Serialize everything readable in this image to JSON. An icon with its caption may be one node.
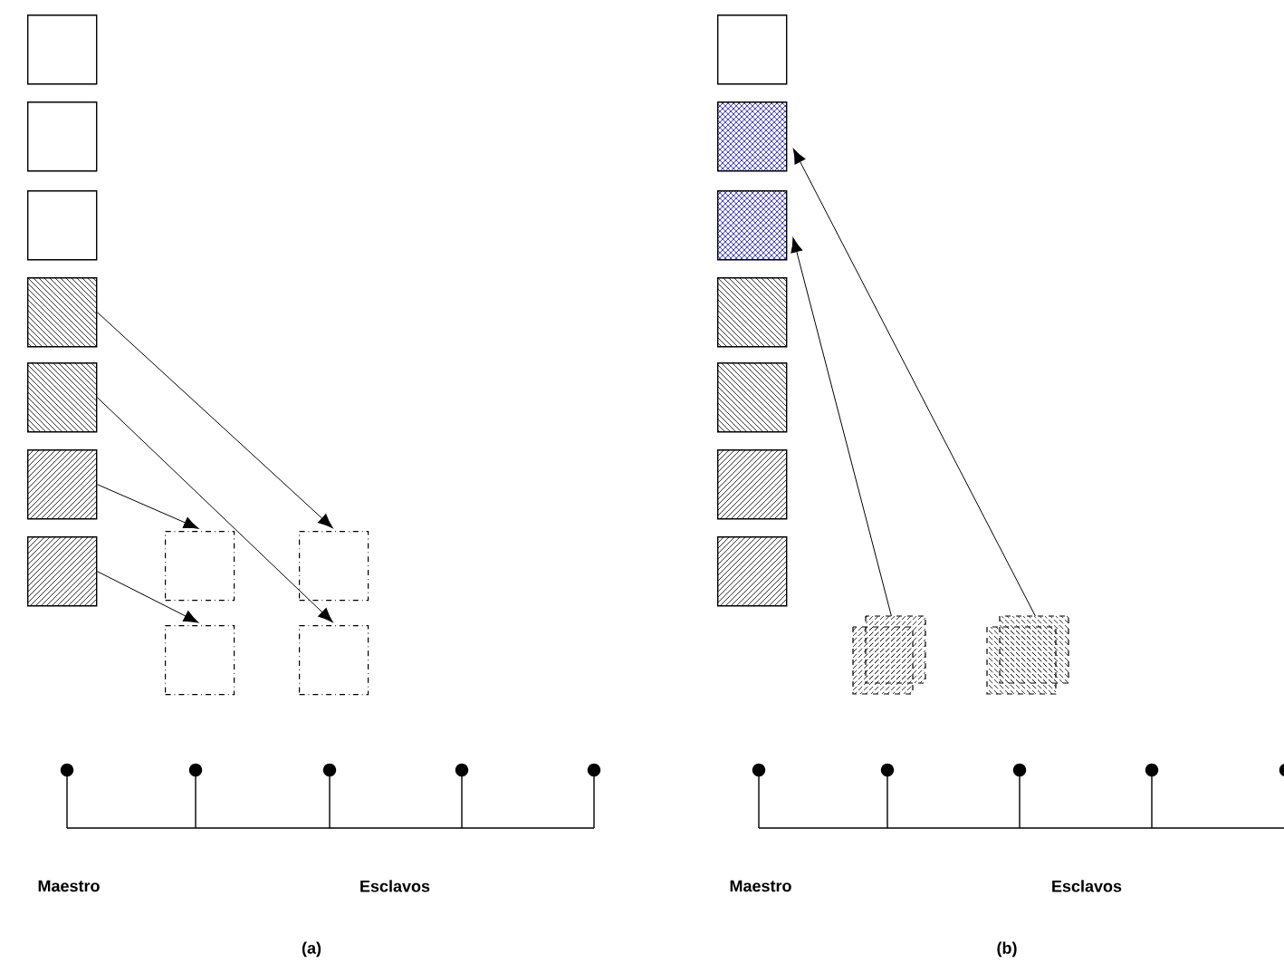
{
  "diagram": {
    "nodes": [
      {
        "text": [],
        "shape": "box"
      },
      {
        "text": [],
        "shape": "box"
      },
      {
        "text": [],
        "shape": "box"
      },
      {
        "text": [],
        "shape": "box"
      },
      {
        "text": [],
        "shape": "box"
      },
      {
        "text": [],
        "shape": "box"
      },
      {
        "text": [],
        "shape": "box"
      },
      {
        "text": [],
        "shape": "box"
      },
      {
        "text": [],
        "shape": "box"
      },
      {
        "text": [],
        "shape": "box"
      },
      {
        "text": [],
        "shape": "box"
      },
      {
        "text": [],
        "shape": "box"
      },
      {
        "text": [],
        "shape": "box"
      },
      {
        "text": [],
        "shape": "box"
      },
      {
        "text": [],
        "shape": "box"
      },
      {
        "text": [],
        "shape": "box"
      },
      {
        "text": [],
        "shape": "box"
      },
      {
        "text": [],
        "shape": "box"
      },
      {
        "text": [],
        "shape": "box"
      },
      {
        "text": [],
        "shape": "box"
      }
    ],
    "edges": [
      {
        "from": 3,
        "to": 8,
        "arrow": "to"
      },
      {
        "from": 4,
        "to": 10,
        "arrow": "to"
      },
      {
        "from": 5,
        "to": 7,
        "arrow": "to"
      },
      {
        "from": 6,
        "to": 9,
        "arrow": "to"
      },
      {
        "from": 18,
        "to": 13,
        "arrow": "to"
      },
      {
        "from": 19,
        "to": 12,
        "arrow": "to"
      }
    ],
    "labels": [
      "Maestro",
      "Esclavos",
      "(a)",
      "Maestro",
      "Esclavos",
      "(b)"
    ]
  }
}
